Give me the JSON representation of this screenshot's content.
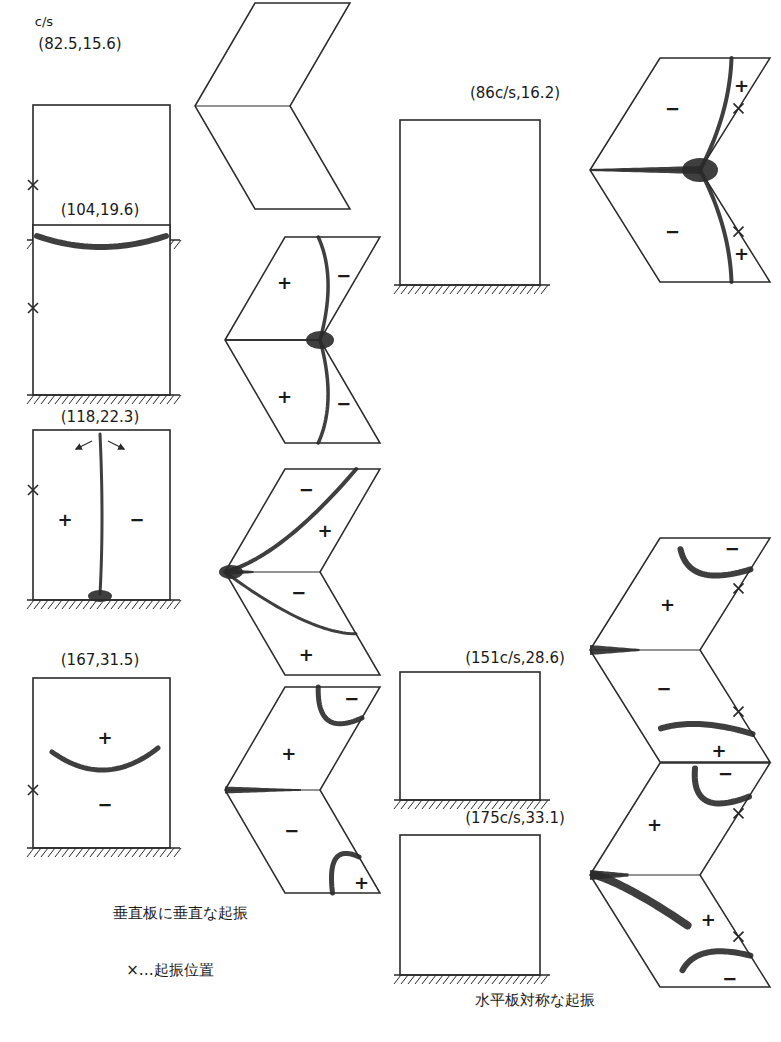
{
  "diagram": {
    "labels": [
      "c/s",
      "(82.5,15.6)",
      "(86c/s,16.2)",
      "(104,19.6)",
      "+",
      "−",
      "+",
      "−",
      "−",
      "+",
      "−",
      "+",
      "(118,22.3)",
      "+",
      "−",
      "−",
      "+",
      "−",
      "+",
      "(151c/s,28.6)",
      "−",
      "+",
      "−",
      "+",
      "(167,31.5)",
      "+",
      "−",
      "−",
      "+",
      "−",
      "+",
      "(175c/s,33.1)",
      "−",
      "+",
      "+",
      "−",
      "垂直板に垂直な起振",
      "×…起振位置",
      "水平板対称な起振"
    ]
  }
}
